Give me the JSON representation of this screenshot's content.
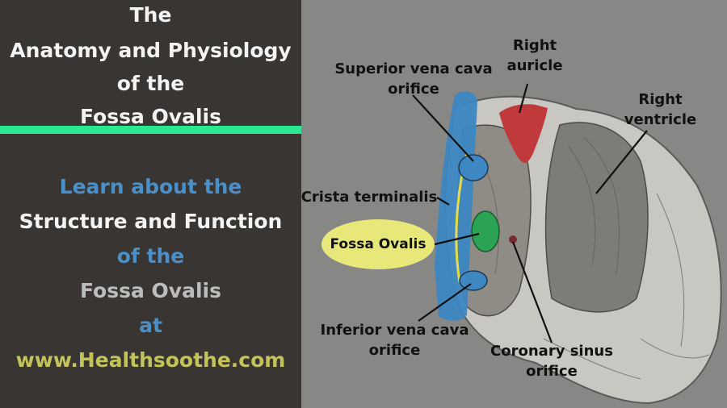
{
  "left_panel": {
    "title_lines": [
      "The",
      "Anatomy and Physiology",
      "of the",
      "Fossa Ovalis"
    ],
    "promo_lines": [
      {
        "text": "Learn about the",
        "color": "#4a8fc8"
      },
      {
        "text": "Structure and Function",
        "color": "#f3f3f3"
      },
      {
        "text": "of the",
        "color": "#4a8fc8"
      },
      {
        "text": "Fossa Ovalis",
        "color": "#bdbdbd"
      },
      {
        "text": "at",
        "color": "#4a8fc8"
      },
      {
        "text": "www.Healthsoothe.com",
        "color": "#c4c35a"
      }
    ],
    "accent_color": "#2ee68f"
  },
  "diagram": {
    "labels": {
      "svc": [
        "Superior vena cava",
        "orifice"
      ],
      "right_auricle": [
        "Right",
        "auricle"
      ],
      "right_ventricle": [
        "Right",
        "ventricle"
      ],
      "crista": "Crista terminalis",
      "fossa": "Fossa Ovalis",
      "ivc": [
        "Inferior vena cava",
        "orifice"
      ],
      "coronary": [
        "Coronary sinus",
        "orifice"
      ]
    },
    "colors": {
      "svc_blue": "#3d87c2",
      "auricle_red": "#c0393b",
      "fossa_green": "#2aa354",
      "fossa_bubble": "#e8e87a"
    }
  }
}
